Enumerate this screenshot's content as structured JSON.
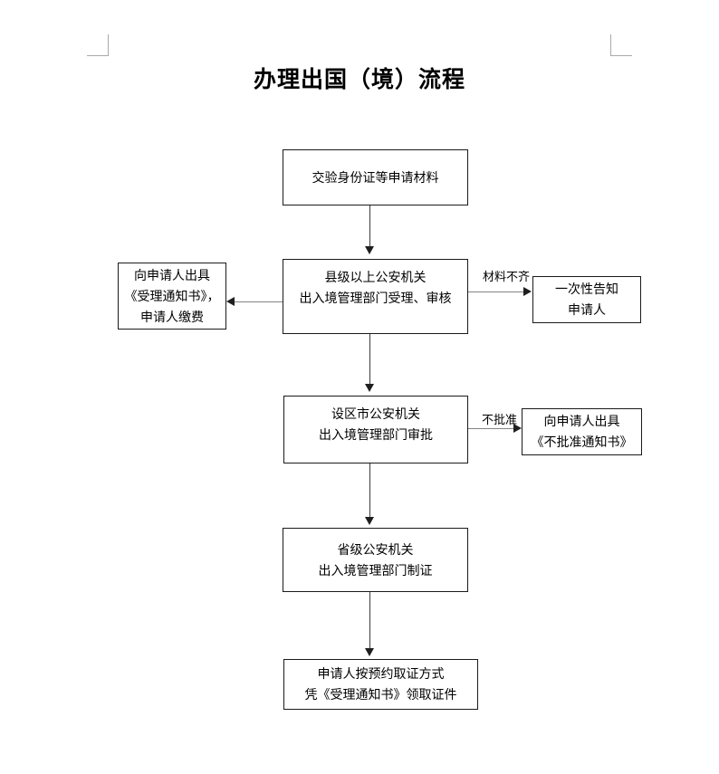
{
  "page": {
    "title": "办理出国（境）流程"
  },
  "flowchart": {
    "nodes": [
      {
        "id": "submit-materials",
        "lines": [
          "交验身份证等申请材料"
        ]
      },
      {
        "id": "county-accept-review",
        "lines": [
          "县级以上公安机关",
          "出入境管理部门受理、审核"
        ]
      },
      {
        "id": "issue-acceptance-notice",
        "lines": [
          "向申请人出具",
          "《受理通知书》，",
          "申请人缴费"
        ]
      },
      {
        "id": "one-time-notification",
        "lines": [
          "一次性告知",
          "申请人"
        ]
      },
      {
        "id": "city-approval",
        "lines": [
          "设区市公安机关",
          "出入境管理部门审批"
        ]
      },
      {
        "id": "issue-rejection-notice",
        "lines": [
          "向申请人出具",
          "《不批准通知书》"
        ]
      },
      {
        "id": "province-make-document",
        "lines": [
          "省级公安机关",
          "出入境管理部门制证"
        ]
      },
      {
        "id": "collect-document",
        "lines": [
          "申请人按预约取证方式",
          "凭《受理通知书》领取证件"
        ]
      }
    ],
    "edge_labels": [
      {
        "id": "materials-incomplete",
        "text": "材料不齐"
      },
      {
        "id": "not-approved",
        "text": "不批准"
      }
    ]
  }
}
